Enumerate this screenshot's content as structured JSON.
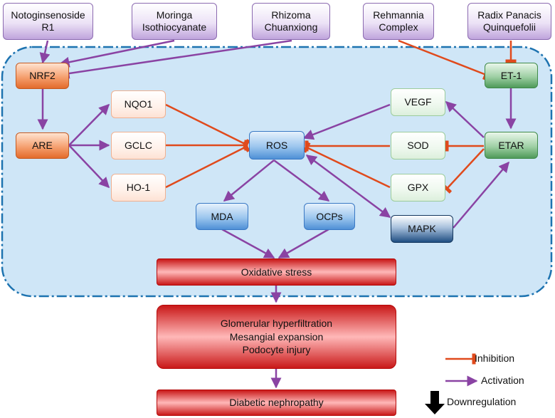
{
  "drugs": {
    "notoginsenoside": "Notoginsenoside\nR1",
    "moringa": "Moringa\nIsothiocyanate",
    "rhizoma": "Rhizoma\nChuanxiong",
    "rehmannia": "Rehmannia\nComplex",
    "radix": "Radix Panacis\nQuinquefolii"
  },
  "nodes": {
    "nrf2": "NRF2",
    "are": "ARE",
    "nqo1": "NQO1",
    "gclc": "GCLC",
    "ho1": "HO-1",
    "ros": "ROS",
    "mda": "MDA",
    "ocps": "OCPs",
    "mapk": "MAPK",
    "vegf": "VEGF",
    "sod": "SOD",
    "gpx": "GPX",
    "et1": "ET-1",
    "etar": "ETAR"
  },
  "bars": {
    "oxidative": "Oxidative stress",
    "glomerular": "Glomerular hyperfiltration\nMesangial expansion\nPodocyte injury",
    "nephropathy": "Diabetic nephropathy"
  },
  "legend": {
    "inhibition": "Inhibition",
    "activation": "Activation",
    "downregulation": "Downregulation"
  },
  "colors": {
    "activation": "#8a43a3",
    "inhibition": "#e04a1c",
    "cell_background": "#cfe6f7",
    "cell_border": "#1d73b0"
  }
}
